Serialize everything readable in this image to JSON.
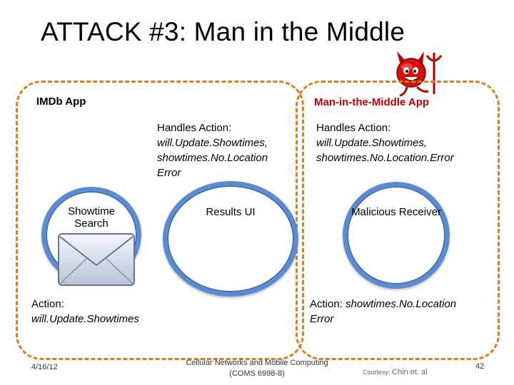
{
  "slide": {
    "title": "ATTACK #3: Man in the Middle",
    "left_box": {
      "label": "IMDb App",
      "handles_action_heading": "Handles Action:",
      "handles_action_line1": "will.Update.Showtimes,",
      "handles_action_line2": "showtimes.No.Location",
      "handles_action_line3": "Error",
      "component1_line1": "Showtime",
      "component1_line2": "Search",
      "component2": "Results UI",
      "action_heading": "Action:",
      "action_value": "will.Update.Showtimes"
    },
    "right_box": {
      "label": "Man-in-the-Middle App",
      "label_color": "#c00000",
      "handles_action_heading": "Handles Action:",
      "handles_action_line1": "will.Update.Showtimes,",
      "handles_action_line2": "showtimes.No.Location.Error",
      "component": "Malicious Receiver",
      "action_prefix": "Action: ",
      "action_value_line1": "showtimes.No.Location",
      "action_value_line2": "Error"
    },
    "footer": {
      "date": "4/16/12",
      "course_line1": "Cellular Networks and Mobile Computing",
      "course_line2": "(COMS 6998-8)",
      "courtesy_prefix": "Courtesy: ",
      "courtesy_name": "Chin et. al",
      "page_number": "42"
    },
    "colors": {
      "dashed_border": "#e07b1e",
      "circle_stroke": "#5b8bd0",
      "mitm_label": "#c00000"
    },
    "icons": [
      "envelope-icon",
      "devil-icon"
    ]
  }
}
